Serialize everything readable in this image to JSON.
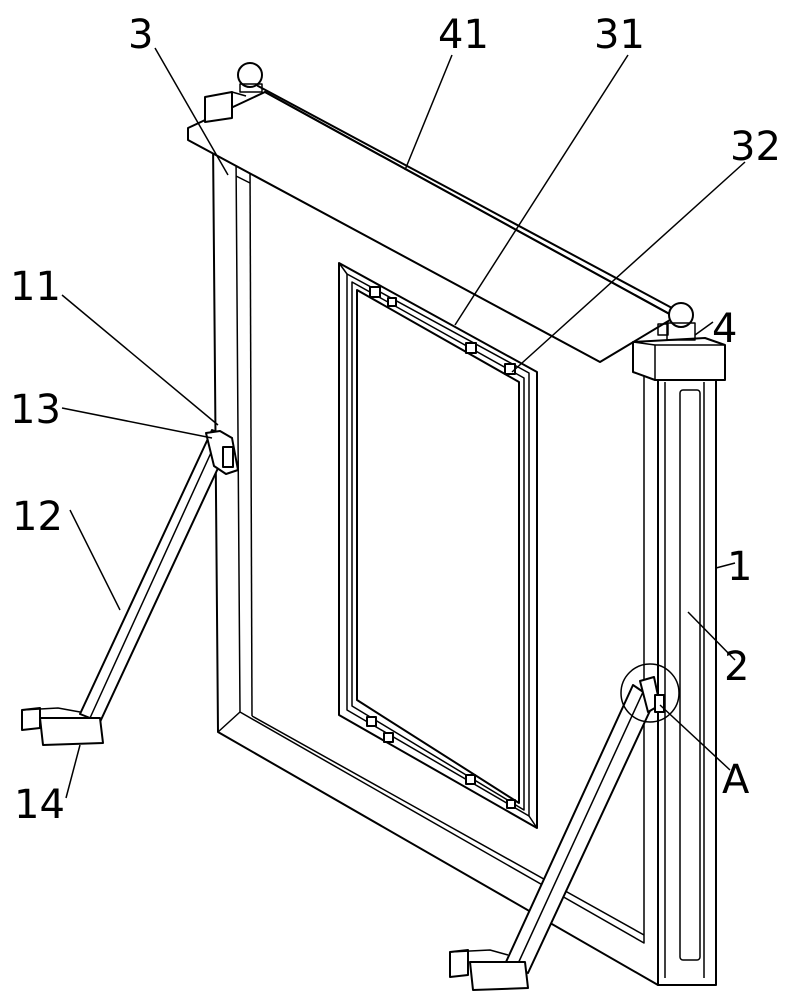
{
  "labels": {
    "l3": "3",
    "l41": "41",
    "l31": "31",
    "l32": "32",
    "l4": "4",
    "l11": "11",
    "l13": "13",
    "l12": "12",
    "l14": "14",
    "l1": "1",
    "l2": "2",
    "lA": "A"
  }
}
